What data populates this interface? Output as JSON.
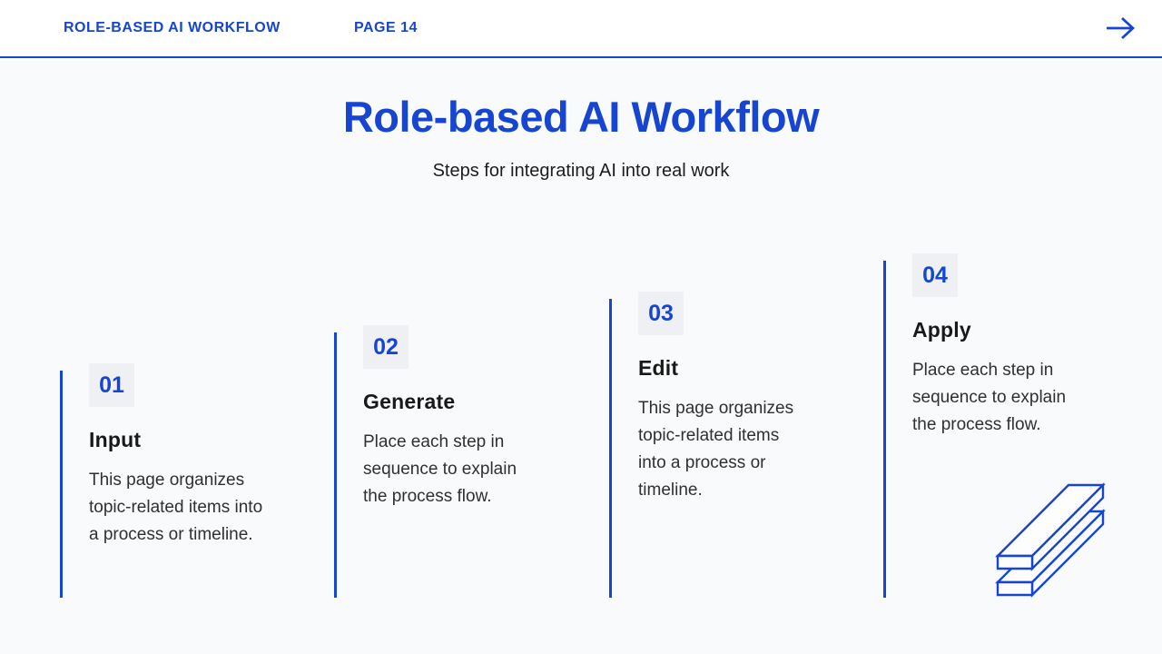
{
  "colors": {
    "accent": "#1645d2",
    "page_bg": "#f9fafb",
    "header_bg": "#ffffff",
    "badge_bg": "#eef0f4",
    "title_ink": "#191919",
    "body_ink": "#303030"
  },
  "header": {
    "brand": "ROLE-BASED AI WORKFLOW",
    "page_label": "PAGE 14",
    "nav_icon": "arrow-right-icon"
  },
  "hero": {
    "title": "Role-based AI Workflow",
    "subtitle": "Steps for integrating AI into real work"
  },
  "steps": [
    {
      "number": "01",
      "title": "Input",
      "description": "This page organizes topic-related items into a process or timeline."
    },
    {
      "number": "02",
      "title": "Generate",
      "description": "Place each step in sequence to explain the process flow."
    },
    {
      "number": "03",
      "title": "Edit",
      "description": "This page organizes topic-related items into a process or timeline."
    },
    {
      "number": "04",
      "title": "Apply",
      "description": "Place each step in sequence to explain the process flow."
    }
  ],
  "illustration": {
    "icon": "stacked-layers-icon"
  }
}
